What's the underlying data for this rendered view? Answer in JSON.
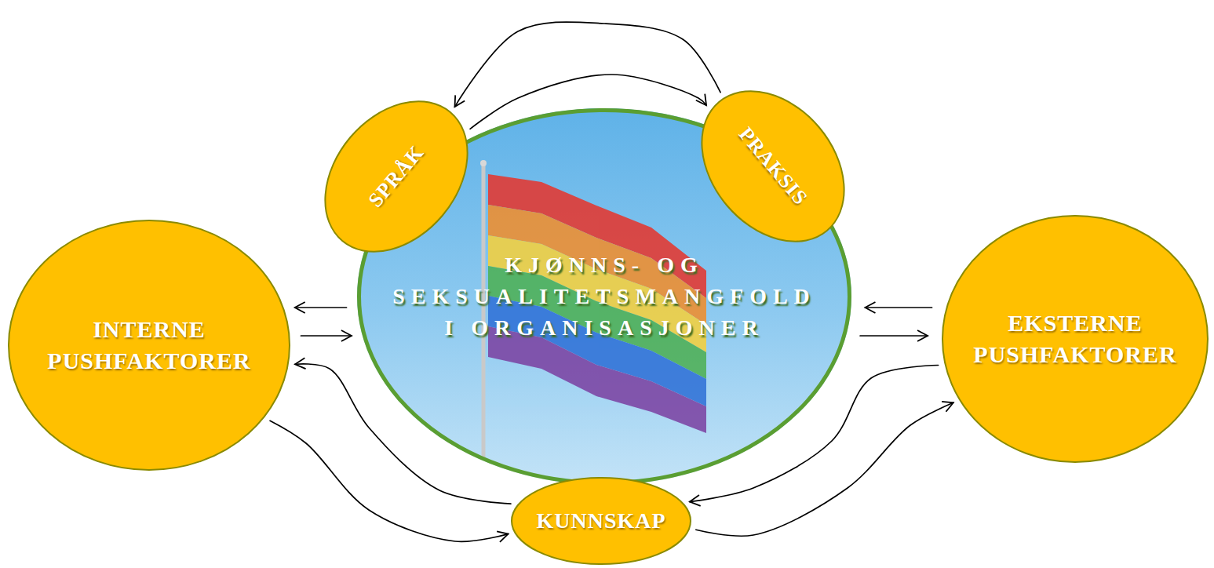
{
  "diagram": {
    "nodes": [
      {
        "text": [
          "SPRÅK"
        ]
      },
      {
        "text": [
          "PRAKSIS"
        ]
      },
      {
        "text": [
          "INTERNE PUSHFAKTORER"
        ]
      },
      {
        "text": [
          "KJØNNS- OG SEKSUALITETSMANGFOLD I ORGANISASJONER"
        ]
      },
      {
        "text": [
          "EKSTERNE PUSHFAKTORER"
        ]
      },
      {
        "text": [
          "KUNNSKAP"
        ]
      }
    ],
    "edges": [
      {
        "from": 1,
        "to": 0,
        "arrow": "to"
      },
      {
        "from": 0,
        "to": 1,
        "arrow": "to"
      },
      {
        "from": 3,
        "to": 2,
        "arrow": "to"
      },
      {
        "from": 2,
        "to": 3,
        "arrow": "to"
      },
      {
        "from": 4,
        "to": 3,
        "arrow": "to"
      },
      {
        "from": 3,
        "to": 4,
        "arrow": "to"
      },
      {
        "from": 5,
        "to": 2,
        "arrow": "to"
      },
      {
        "from": 2,
        "to": 5,
        "arrow": "to"
      },
      {
        "from": 4,
        "to": 5,
        "arrow": "to"
      },
      {
        "from": 5,
        "to": 4,
        "arrow": "to"
      }
    ]
  }
}
